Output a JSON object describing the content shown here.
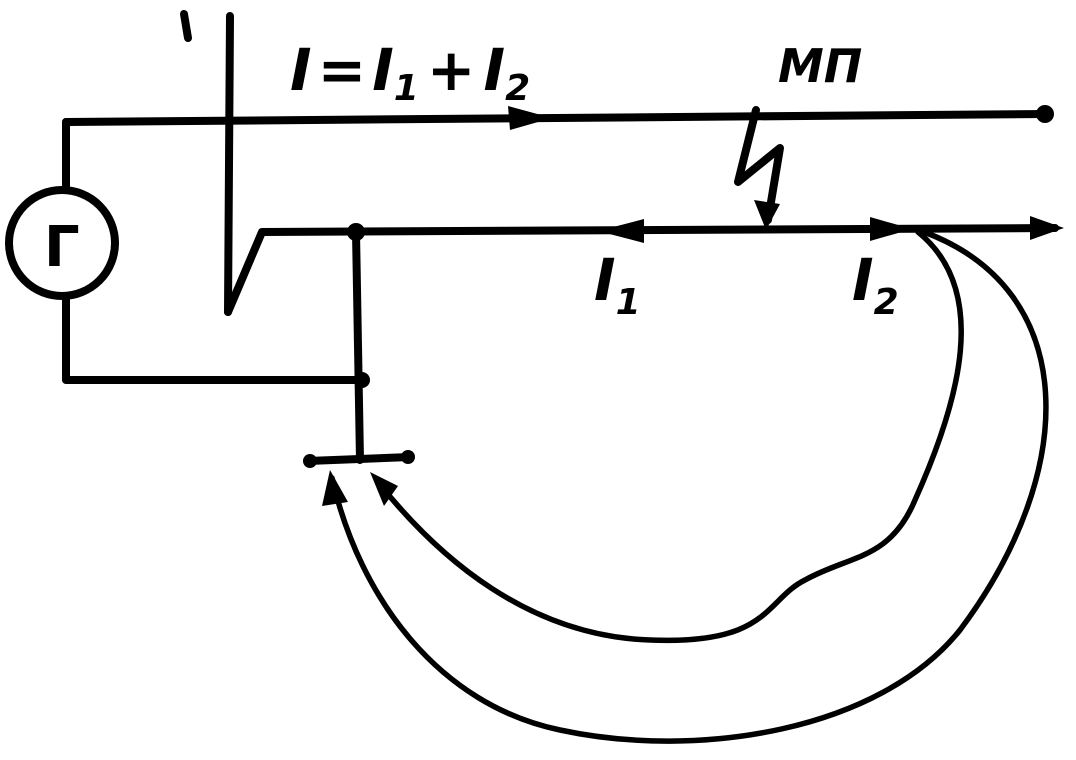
{
  "labels": {
    "total_current_main": "I",
    "total_equals": "=",
    "total_i1_base": "I",
    "total_i1_sub": "1",
    "total_plus": "+",
    "total_i2_base": "I",
    "total_i2_sub": "2",
    "line_label": "МП",
    "generator_label": "Г",
    "i1_base": "I",
    "i1_sub": "1",
    "i2_base": "I",
    "i2_sub": "2"
  },
  "colors": {
    "ink": "#000000",
    "background": "#ffffff"
  }
}
